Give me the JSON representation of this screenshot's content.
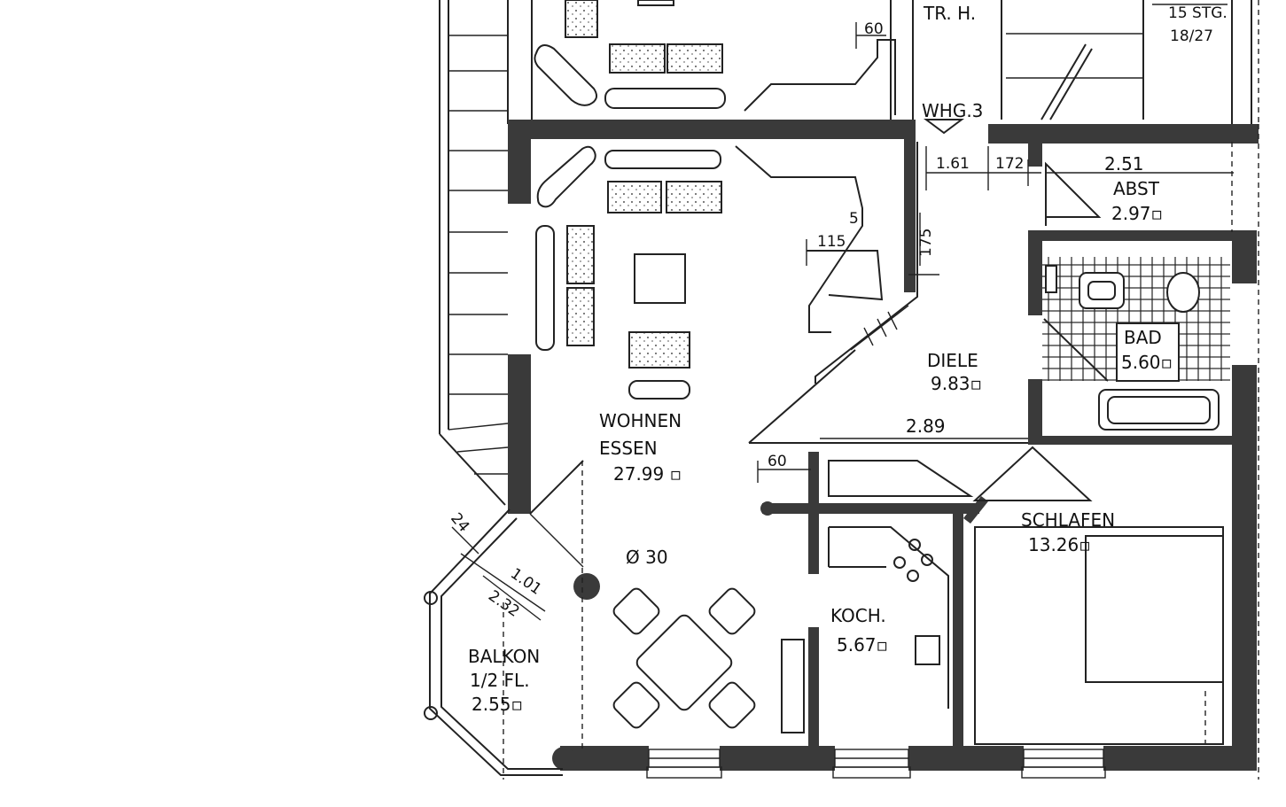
{
  "top": {
    "stair_area_label": "TR. H.",
    "apartment_label": "WHG.3",
    "stair_count": "15 STG.",
    "stair_ratio": "18/27"
  },
  "rooms": {
    "wohnen": {
      "name_line1": "WOHNEN",
      "name_line2": "ESSEN",
      "area": "27.99 ▫"
    },
    "diele": {
      "name": "DIELE",
      "area": "9.83▫"
    },
    "abst": {
      "name": "ABST",
      "area": "2.97▫",
      "width": "2.51"
    },
    "bad": {
      "name": "BAD",
      "area": "5.60▫"
    },
    "schlafen": {
      "name": "SCHLAFEN",
      "area": "13.26▫"
    },
    "koch": {
      "name": "KOCH.",
      "area": "5.67▫"
    },
    "balkon": {
      "name_line1": "BALKON",
      "name_line2": "1/2 FL.",
      "area": "2.55▫"
    }
  },
  "dimensions": {
    "d60_top": "60",
    "d115": "115",
    "d5": "5",
    "d175": "175",
    "d161": "1.61",
    "d172": "172",
    "d289": "2.89",
    "d60_mid": "60",
    "d24": "24",
    "d101": "1.01",
    "d232": "2.32",
    "column": "Ø 30"
  }
}
